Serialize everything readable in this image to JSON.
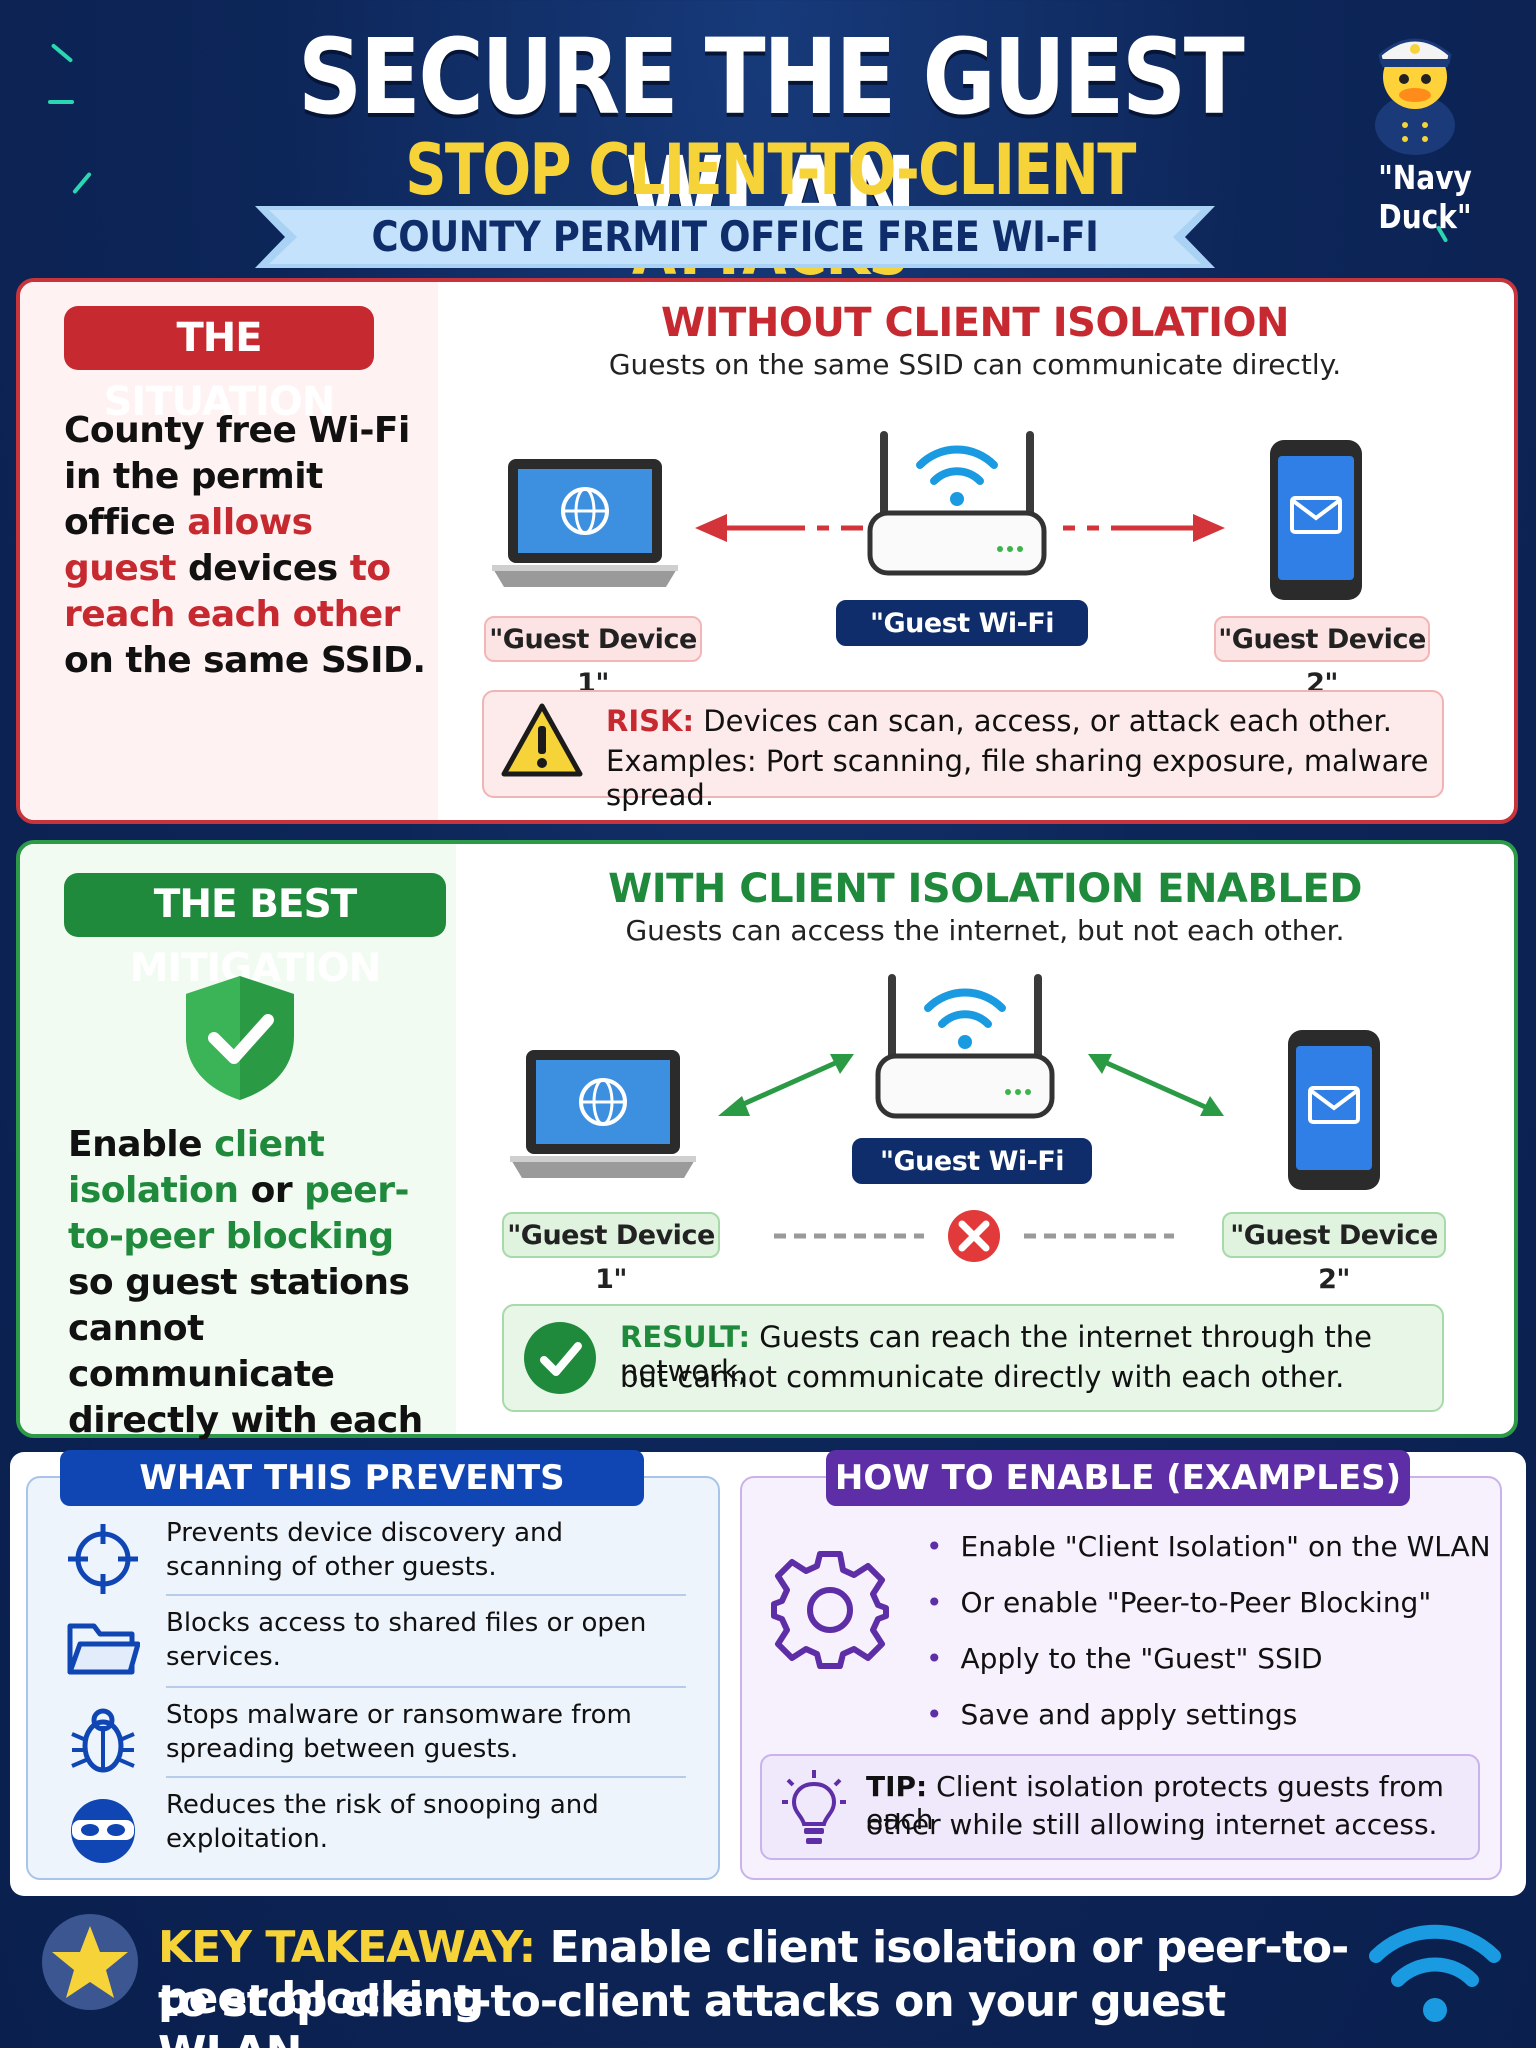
{
  "header": {
    "title": "SECURE THE GUEST WLAN",
    "subtitle": "STOP CLIENT-TO-CLIENT ATTACKS",
    "ribbon": "COUNTY PERMIT OFFICE FREE WI-FI",
    "mascot_label": "\"Navy Duck\""
  },
  "situation": {
    "tag": "THE SITUATION",
    "text_parts": [
      "County free Wi-Fi in the permit office ",
      "allows guest",
      " devices ",
      "to reach each other",
      " on the same SSID."
    ]
  },
  "without": {
    "title": "WITHOUT CLIENT ISOLATION",
    "subtitle": "Guests on the same SSID can communicate directly.",
    "device1": "\"Guest Device 1\"",
    "ssid": "\"Guest Wi-Fi SSID\"",
    "device2": "\"Guest Device 2\"",
    "risk_label": "RISK:",
    "risk_line1": " Devices can scan, access, or attack each other.",
    "risk_line2": "Examples: Port scanning, file sharing exposure, malware spread."
  },
  "mitigation": {
    "tag": "THE BEST MITIGATION",
    "text_parts": [
      "Enable ",
      "client isolation",
      " or ",
      "peer-to-peer blocking",
      " so guest stations cannot communicate directly with each other."
    ]
  },
  "with": {
    "title": "WITH CLIENT ISOLATION ENABLED",
    "subtitle": "Guests can access the internet, but not each other.",
    "device1": "\"Guest Device 1\"",
    "ssid": "\"Guest Wi-Fi SSID\"",
    "device2": "\"Guest Device 2\"",
    "result_label": "RESULT:",
    "result_line1": " Guests can reach the internet through the network,",
    "result_line2": "but cannot communicate directly with each other."
  },
  "prevents": {
    "tag": "WHAT THIS PREVENTS",
    "items": [
      {
        "icon": "crosshair-icon",
        "text": "Prevents device discovery and scanning of other guests."
      },
      {
        "icon": "folder-icon",
        "text": "Blocks access to shared files or open services."
      },
      {
        "icon": "bug-icon",
        "text": "Stops malware or ransomware from spreading between guests."
      },
      {
        "icon": "spy-mask-icon",
        "text": "Reduces the risk of snooping and exploitation."
      }
    ]
  },
  "enable": {
    "tag": "HOW TO ENABLE (EXAMPLES)",
    "steps": [
      "Enable \"Client Isolation\" on the WLAN",
      "Or enable \"Peer-to-Peer Blocking\"",
      "Apply to the \"Guest\" SSID",
      "Save and apply settings"
    ],
    "tip_label": "TIP:",
    "tip_line1": " Client isolation protects guests from each",
    "tip_line2": "other while still allowing internet access."
  },
  "footer": {
    "label": "KEY TAKEAWAY:",
    "line1": " Enable client isolation or peer-to-peer blocking",
    "line2": "to stop client-to-client attacks on your guest WLAN."
  },
  "colors": {
    "navy": "#0d2659",
    "red": "#c62a30",
    "green": "#1f8a3b",
    "yellow": "#f7d33a",
    "blue": "#0f46b4",
    "purple": "#5e2ea6"
  }
}
